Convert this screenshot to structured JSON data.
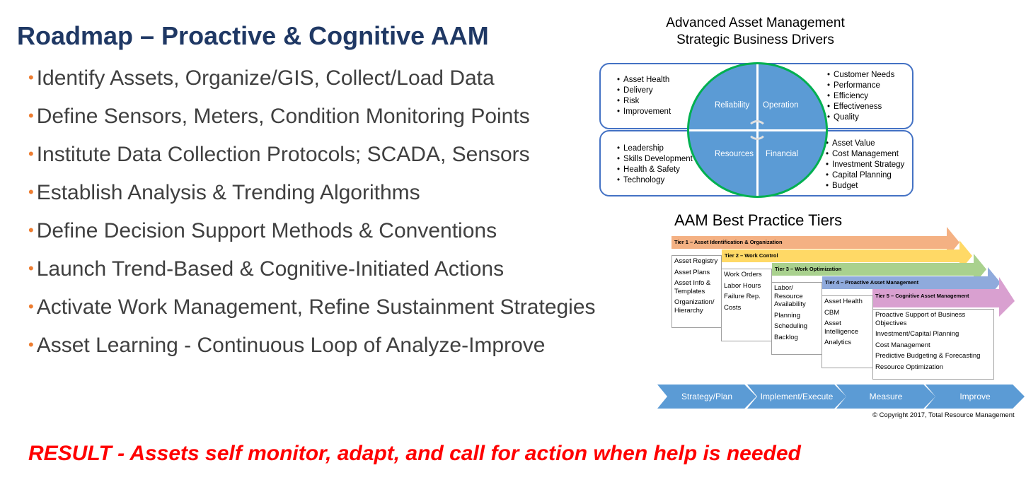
{
  "title": "Roadmap – Proactive & Cognitive AAM",
  "bullet_glyph": "•",
  "bullets": [
    "Identify Assets, Organize/GIS, Collect/Load Data",
    "Define Sensors, Meters, Condition Monitoring Points",
    "Institute Data Collection Protocols; SCADA, Sensors",
    "Establish Analysis & Trending Algorithms",
    "Define Decision Support Methods & Conventions",
    "Launch Trend-Based & Cognitive-Initiated Actions",
    "Activate Work Management, Refine Sustainment Strategies",
    "Asset Learning - Continuous Loop of Analyze-Improve"
  ],
  "result": "RESULT - Assets self monitor, adapt, and call for action when help is needed",
  "drivers": {
    "title_line1": "Advanced Asset Management",
    "title_line2": "Strategic Business Drivers",
    "quadrants": {
      "reliability": {
        "label": "Reliability",
        "items": [
          "Asset Health",
          "Delivery",
          "Risk",
          "Improvement"
        ]
      },
      "operation": {
        "label": "Operation",
        "items": [
          "Customer Needs",
          "Performance",
          "Efficiency",
          "Effectiveness",
          "Quality"
        ]
      },
      "resources": {
        "label": "Resources",
        "items": [
          "Leadership",
          "Skills Development",
          "Health & Safety",
          "Technology"
        ]
      },
      "financial": {
        "label": "Financial",
        "items": [
          "Asset Value",
          "Cost Management",
          "Investment Strategy",
          "Capital Planning",
          "Budget"
        ]
      }
    }
  },
  "tiers": {
    "title": "AAM Best Practice Tiers",
    "list": [
      {
        "label": "Tier 1 – Asset Identification & Organization",
        "color": "#f4b183",
        "items": [
          "Asset Registry",
          "Asset Plans",
          "Asset Info & Templates",
          "Organization/ Hierarchy"
        ]
      },
      {
        "label": "Tier 2 – Work Control",
        "color": "#ffd966",
        "items": [
          "Work Orders",
          "Labor Hours",
          "Failure Rep.",
          "Costs"
        ]
      },
      {
        "label": "Tier 3 – Work Optimization",
        "color": "#a9d18e",
        "items": [
          "Labor/ Resource Availability",
          "Planning",
          "Scheduling",
          "Backlog"
        ]
      },
      {
        "label": "Tier 4 – Proactive Asset Management",
        "color": "#8faadc",
        "items": [
          "Asset Health",
          "CBM",
          "Asset Intelligence",
          "Analytics"
        ]
      },
      {
        "label": "Tier 5 – Cognitive Asset Management",
        "color": "#d9a0d0",
        "items": [
          "Proactive Support of Business Objectives",
          "Investment/Capital Planning",
          "Cost Management",
          "Predictive Budgeting & Forecasting",
          "Resource Optimization"
        ]
      }
    ]
  },
  "process_steps": [
    "Strategy/Plan",
    "Implement/Execute",
    "Measure",
    "Improve"
  ],
  "copyright": "© Copyright 2017, Total Resource Management",
  "colors": {
    "title": "#1f3864",
    "bullet": "#ed7d31",
    "body_text": "#404040",
    "result": "#ff0000",
    "circle_fill": "#5b9bd5",
    "circle_border": "#00b050",
    "quad_border": "#4472c4"
  }
}
